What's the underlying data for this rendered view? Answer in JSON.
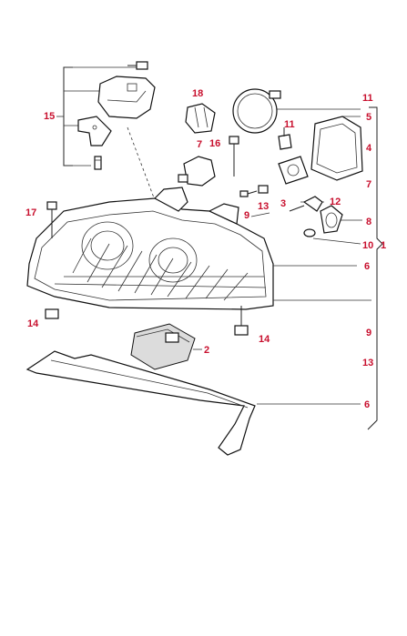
{
  "diagram": {
    "callouts": {
      "c1": "1",
      "c2": "2",
      "c3": "3",
      "c4": "4",
      "c5": "5",
      "c6a": "6",
      "c6b": "6",
      "c7a": "7",
      "c7b": "7",
      "c8": "8",
      "c9a": "9",
      "c9b": "9",
      "c10": "10",
      "c11a": "11",
      "c11b": "11",
      "c12": "12",
      "c13a": "13",
      "c13b": "13",
      "c14a": "14",
      "c14b": "14",
      "c15": "15",
      "c16": "16",
      "c17": "17",
      "c18": "18"
    },
    "colors": {
      "callout": "#c8102e",
      "line": "#222222",
      "background": "#ffffff"
    }
  }
}
